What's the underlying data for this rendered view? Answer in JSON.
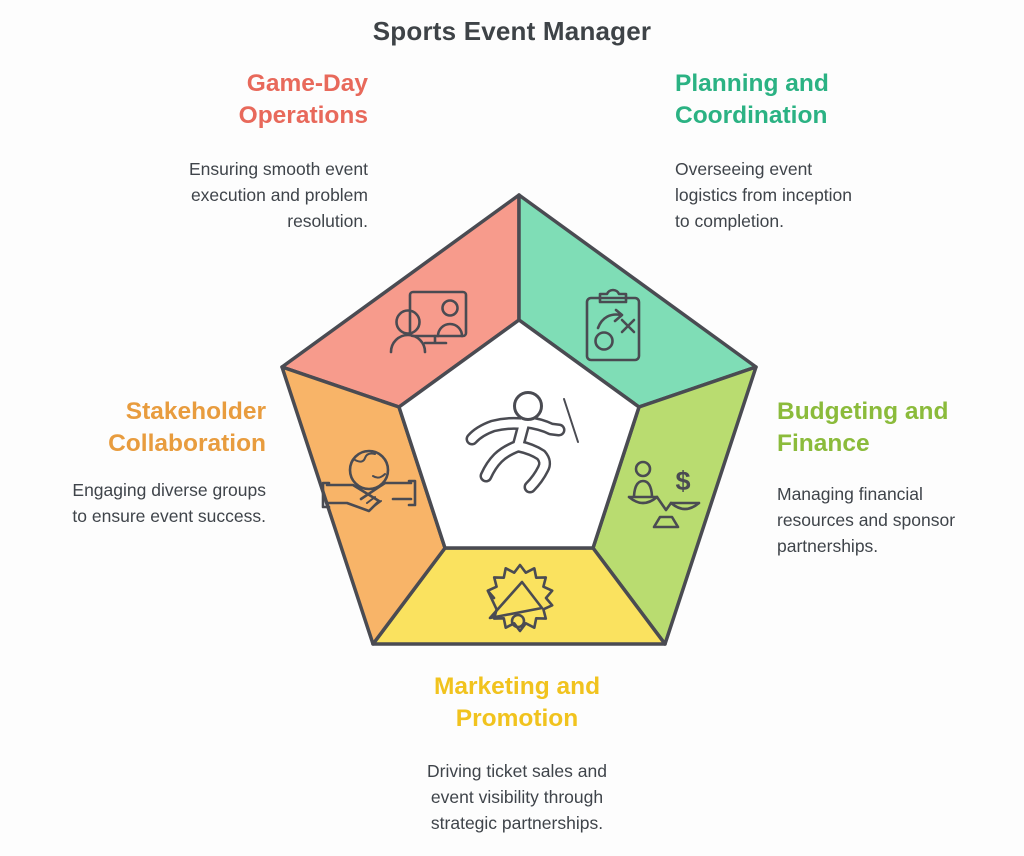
{
  "title": "Sports Event Manager",
  "colors": {
    "outline": "#4A4B52",
    "title_text": "#3E4347",
    "body_text": "#3F444A",
    "background": "#FDFDFD"
  },
  "center": {
    "icon": "runner-icon"
  },
  "icons": {
    "dollar_glyph": "$"
  },
  "segments": [
    {
      "name": "game-day-operations",
      "heading_lines": [
        "Game-Day",
        "Operations"
      ],
      "body_lines": [
        "Ensuring smooth event",
        "execution and problem",
        "resolution."
      ],
      "heading_color": "#E8695B",
      "fill_color": "#F79B8C",
      "icon": "video-call-icon"
    },
    {
      "name": "planning-and-coordination",
      "heading_lines": [
        "Planning and",
        "Coordination"
      ],
      "body_lines": [
        "Overseeing event",
        "logistics from inception",
        "to completion."
      ],
      "heading_color": "#2BB283",
      "fill_color": "#7FDDB6",
      "icon": "strategy-clipboard-icon"
    },
    {
      "name": "budgeting-and-finance",
      "heading_lines": [
        "Budgeting and",
        "Finance"
      ],
      "body_lines": [
        "Managing financial",
        "resources and sponsor",
        "partnerships."
      ],
      "heading_color": "#8BBB3B",
      "fill_color": "#B9DC70",
      "icon": "balance-scale-icon"
    },
    {
      "name": "marketing-and-promotion",
      "heading_lines": [
        "Marketing and",
        "Promotion"
      ],
      "body_lines": [
        "Driving ticket sales and",
        "event visibility through",
        "strategic partnerships."
      ],
      "heading_color": "#F1C31E",
      "fill_color": "#FAE25F",
      "icon": "megaphone-icon"
    },
    {
      "name": "stakeholder-collaboration",
      "heading_lines": [
        "Stakeholder",
        "Collaboration"
      ],
      "body_lines": [
        "Engaging diverse groups",
        "to ensure event success."
      ],
      "heading_color": "#E89C3E",
      "fill_color": "#F8B468",
      "icon": "handshake-globe-icon"
    }
  ]
}
